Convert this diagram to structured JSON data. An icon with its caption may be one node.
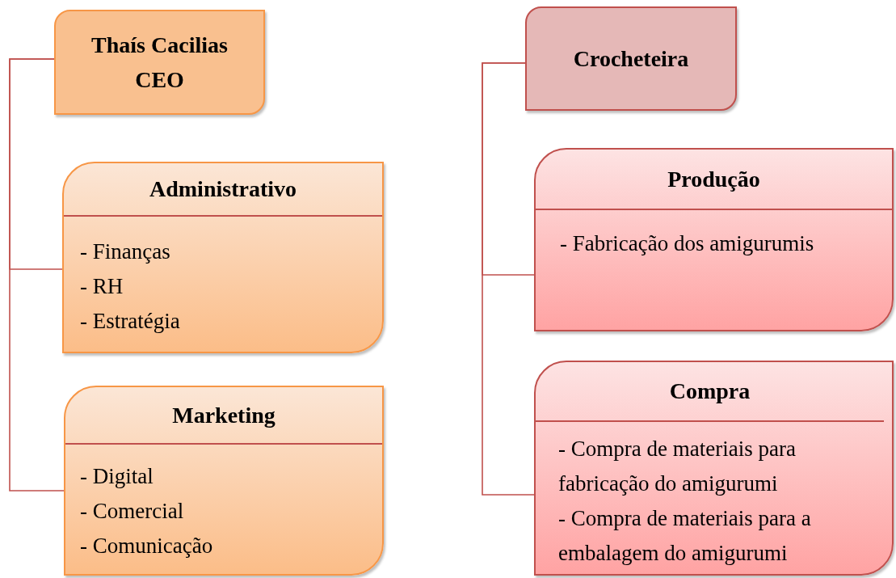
{
  "diagram": {
    "nodes": [
      {
        "text": [
          "Thaís Cacilias CEO"
        ]
      },
      {
        "text": [
          "Administrativo",
          "- Finanças",
          "- RH",
          "- Estratégia"
        ]
      },
      {
        "text": [
          "Marketing",
          "- Digital",
          "- Comercial",
          "- Comunicação"
        ]
      },
      {
        "text": [
          "Crocheteira"
        ]
      },
      {
        "text": [
          "Produção",
          "- Fabricação dos amigurumis"
        ]
      },
      {
        "text": [
          "Compra",
          "- Compra de materiais para fabricação do amigurumi",
          "- Compra de materiais para a embalagem do amigurumi"
        ]
      }
    ],
    "edges": [
      {
        "from": 0,
        "to": 1,
        "arrow": "none"
      },
      {
        "from": 0,
        "to": 2,
        "arrow": "none"
      },
      {
        "from": 3,
        "to": 4,
        "arrow": "none"
      },
      {
        "from": 3,
        "to": 5,
        "arrow": "none"
      }
    ]
  }
}
